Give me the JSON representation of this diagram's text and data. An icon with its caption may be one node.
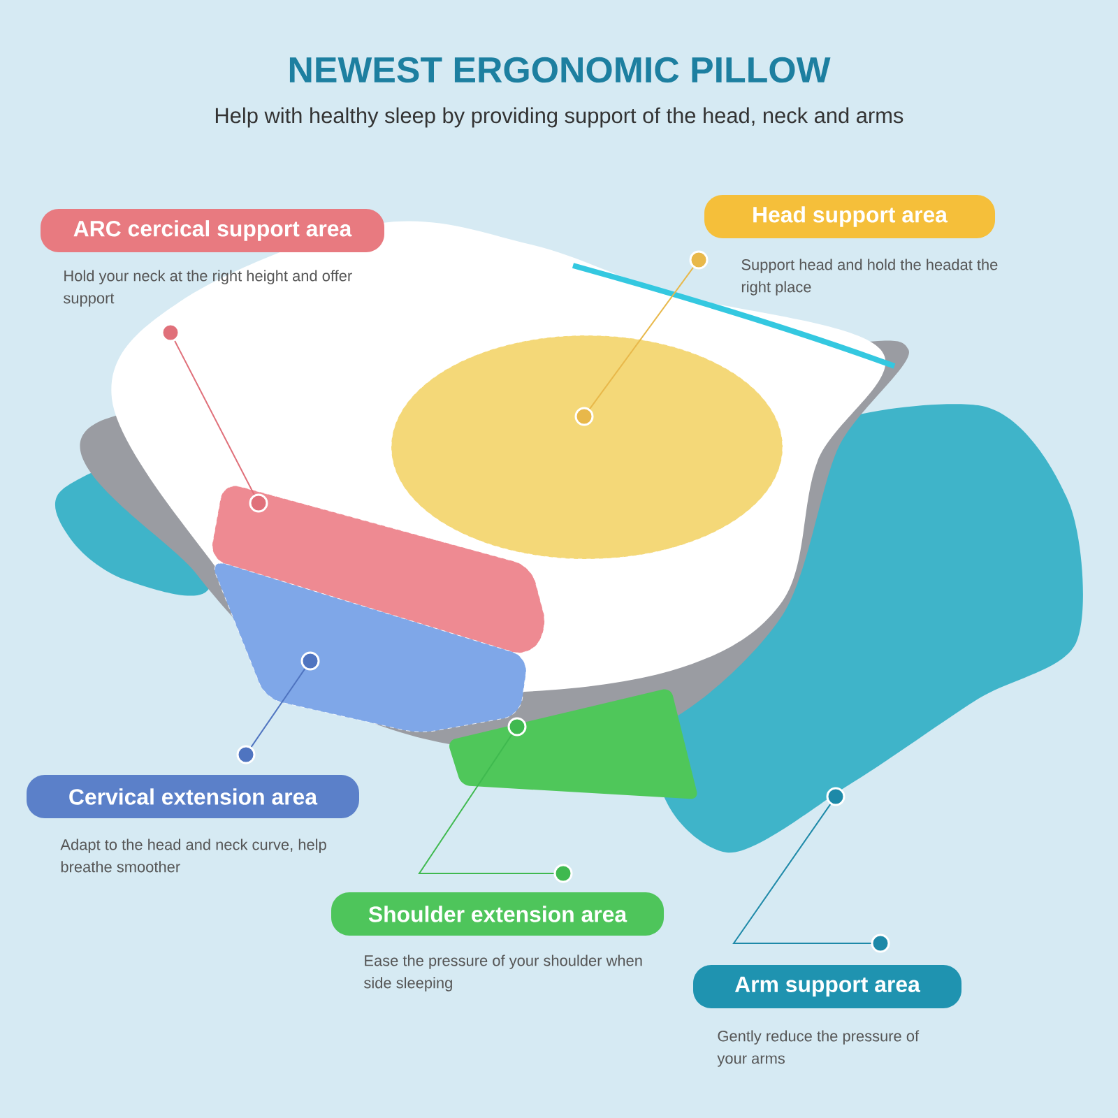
{
  "diagram": {
    "title": "NEWEST ERGONOMIC PILLOW",
    "caption": "Help with healthy sleep by providing support of the head, neck and arms",
    "nodes": [
      {
        "text": [
          "ARC cercical support area"
        ],
        "beside": [
          "Hold your neck at the right height and offer support"
        ]
      },
      {
        "text": [
          "Head support area"
        ],
        "beside": [
          "Support head and hold the headat the right place"
        ]
      },
      {
        "text": [
          "Cervical extension area"
        ],
        "beside": [
          "Adapt to the head and neck curve, help breathe smoother"
        ]
      },
      {
        "text": [
          "Shoulder extension area"
        ],
        "beside": [
          "Ease the pressure of your shoulder when side sleeping"
        ]
      },
      {
        "text": [
          "Arm support area"
        ],
        "beside": [
          "Gently reduce the pressure of your arms"
        ]
      },
      {
        "text": [],
        "shape": "circle"
      },
      {
        "text": [],
        "shape": "circle"
      },
      {
        "text": [],
        "shape": "circle"
      },
      {
        "text": [],
        "shape": "circle"
      },
      {
        "text": [],
        "shape": "circle"
      },
      {
        "text": [],
        "shape": "circle"
      },
      {
        "text": [],
        "shape": "circle"
      },
      {
        "text": [],
        "shape": "circle"
      },
      {
        "text": [],
        "shape": "circle"
      },
      {
        "text": [],
        "shape": "circle"
      }
    ],
    "edges": [
      {
        "from": 10,
        "to": 5,
        "arrow": "none",
        "color": "#e0707a"
      },
      {
        "from": 11,
        "to": 6,
        "arrow": "none",
        "color": "#e8b84a"
      },
      {
        "from": 12,
        "to": 7,
        "arrow": "none",
        "color": "#4f74c0"
      },
      {
        "from": 13,
        "to": 8,
        "arrow": "none",
        "color": "#3fb94f"
      },
      {
        "from": 14,
        "to": 9,
        "arrow": "none",
        "color": "#1d89a8"
      }
    ]
  }
}
